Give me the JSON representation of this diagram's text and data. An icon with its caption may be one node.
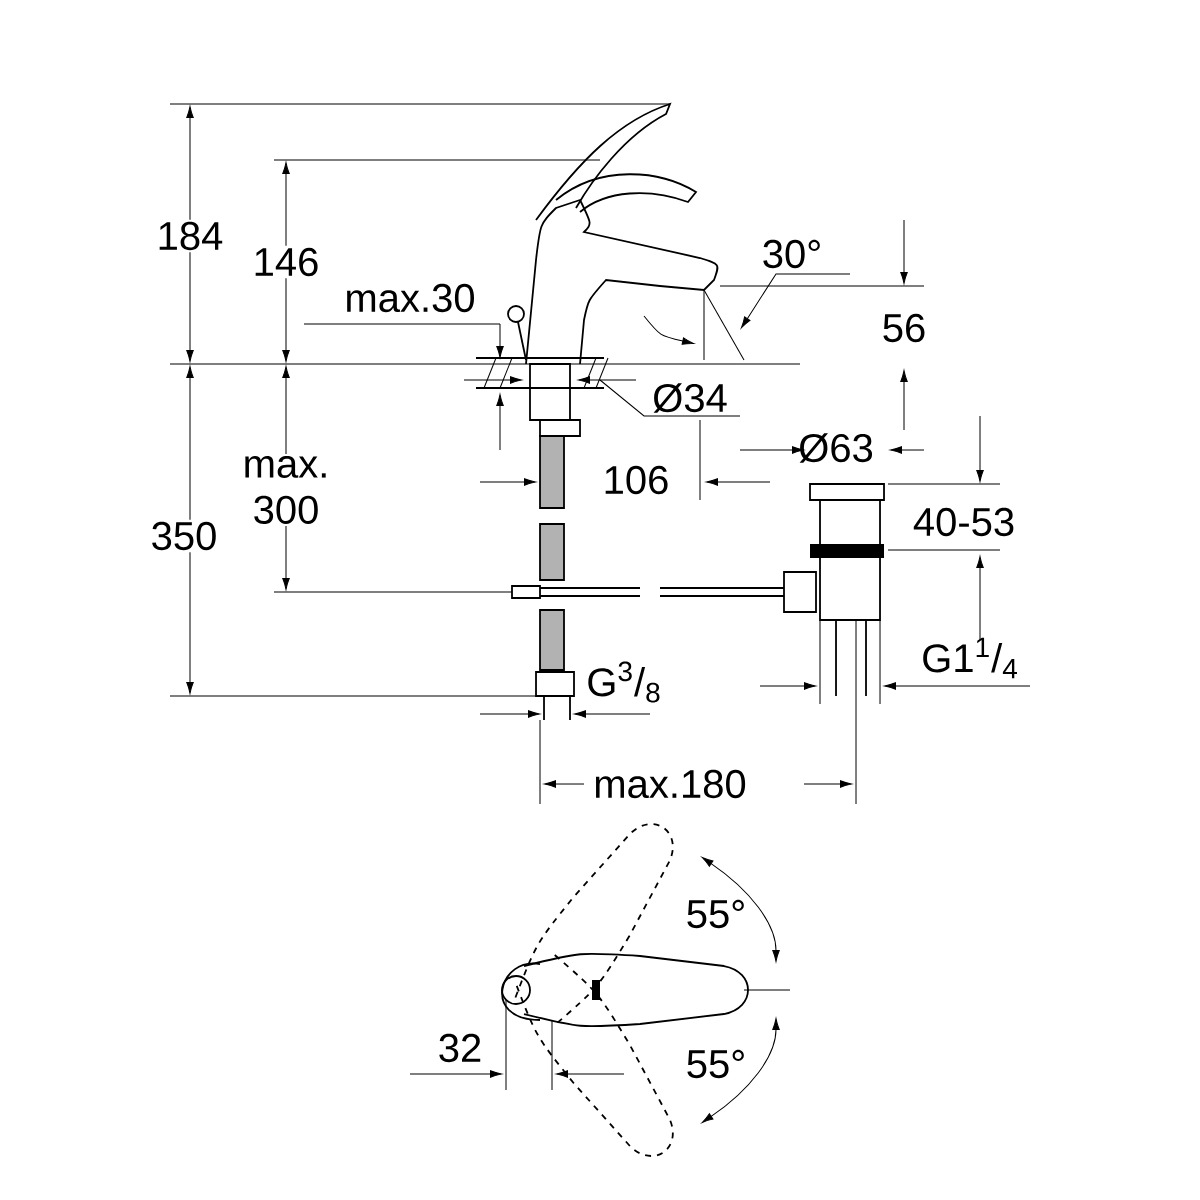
{
  "diagram": {
    "labels": [
      "184",
      "146",
      "max.30",
      "30°",
      "56",
      "Ø34",
      "max. 300",
      "350",
      "106",
      "Ø63",
      "40-53",
      "G$^{3}$/$_{8}$",
      "G1$^{1}$/$_{4}$",
      "max.180",
      "55°",
      "32",
      "55°"
    ]
  }
}
